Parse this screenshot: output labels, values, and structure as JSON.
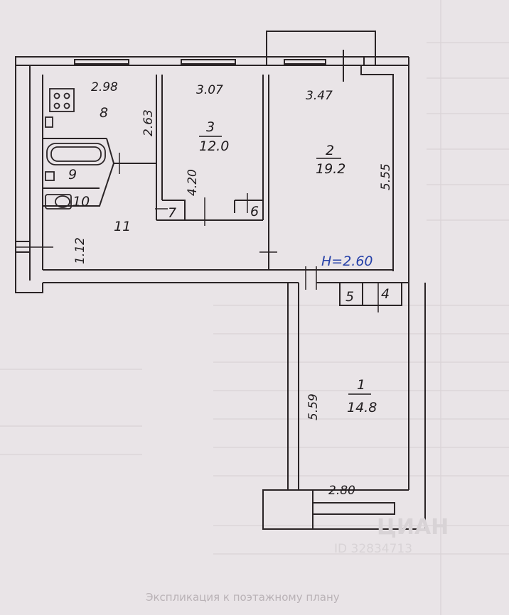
{
  "plan": {
    "ceiling_height": "H=2.60",
    "rooms": [
      {
        "id": "r1",
        "number": "1",
        "area": "14.8"
      },
      {
        "id": "r2",
        "number": "2",
        "area": "19.2"
      },
      {
        "id": "r3",
        "number": "3",
        "area": "12.0"
      }
    ],
    "labels": {
      "kitchen": "8",
      "bath": "9",
      "wc": "10",
      "hall": "11",
      "closet6": "6",
      "closet7": "7",
      "closet5": "5",
      "closet4": "4"
    },
    "dimensions": {
      "kitchen_width": "2.98",
      "room3_width": "3.07",
      "room2_width": "3.47",
      "room2_depth": "5.55",
      "kitchen_depth": "2.63",
      "room3_depth": "4.20",
      "hall_depth": "1.12",
      "room1_depth": "5.59",
      "room1_width": "2.80"
    }
  },
  "watermark": {
    "logo": "ЦИАН",
    "id": "ID 32834713"
  },
  "footer_text": "Экспликация к поэтажному плану"
}
